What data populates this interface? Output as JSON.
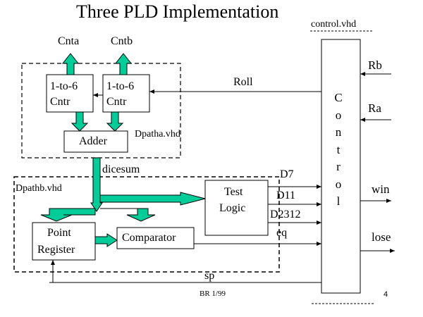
{
  "title": "Three PLD Implementation",
  "files": {
    "control": "control.vhd",
    "dpatha": "Dpatha.vhd",
    "dpathb": "Dpathb.vhd"
  },
  "blocks": {
    "counter_a": {
      "line1": "1-to-6",
      "line2": "Cntr"
    },
    "counter_b": {
      "line1": "1-to-6",
      "line2": "Cntr"
    },
    "adder": "Adder",
    "test_logic": {
      "line1": "Test",
      "line2": "Logic"
    },
    "point_register": {
      "line1": "Point",
      "line2": "Register"
    },
    "comparator": "Comparator",
    "control": [
      "C",
      "o",
      "n",
      "t",
      "r",
      "o",
      "l"
    ]
  },
  "signals": {
    "cnta": "Cnta",
    "cntb": "Cntb",
    "roll": "Roll",
    "rb": "Rb",
    "ra": "Ra",
    "dicesum": "dicesum",
    "d7": "D7",
    "d11": "D11",
    "d2312": "D2312",
    "eq": "eq",
    "win": "win",
    "lose": "lose",
    "sp": "sp"
  },
  "footer": {
    "left": "BR 1/99",
    "page": "4"
  },
  "colors": {
    "bus_fill": "#00cc99",
    "line": "#000000"
  }
}
